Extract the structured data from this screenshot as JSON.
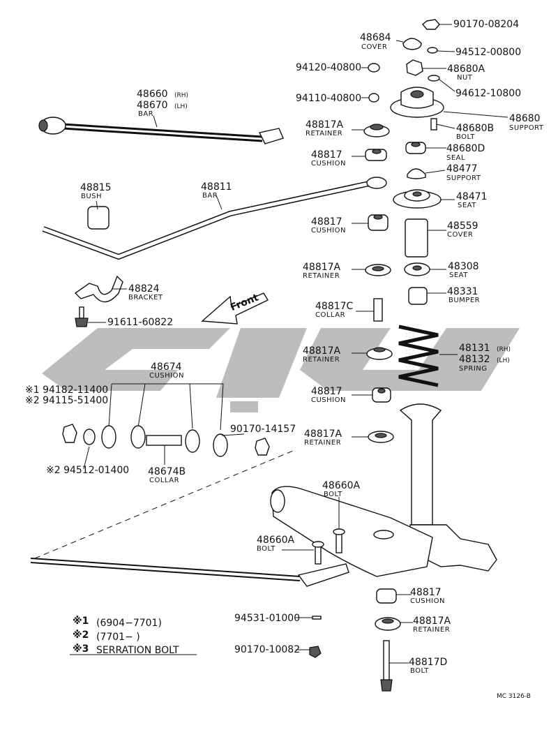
{
  "diagram": {
    "front_label": "Front",
    "code": "MC 3126-B",
    "legend": [
      {
        "mark": "※1",
        "text": "(6904−7701)"
      },
      {
        "mark": "※2",
        "text": "(7701−        )"
      },
      {
        "mark": "※3",
        "text": "SERRATION BOLT"
      }
    ],
    "parts": [
      {
        "num": "90170-08204"
      },
      {
        "num": "48684",
        "name": "COVER"
      },
      {
        "num": "94512-00800"
      },
      {
        "num": "94120-40800"
      },
      {
        "num": "48680A",
        "name": "NUT"
      },
      {
        "num": "94612-10800"
      },
      {
        "num": "94110-40800"
      },
      {
        "num": "48660",
        "side": "(RH)"
      },
      {
        "num": "48670",
        "side": "(LH)",
        "name": "BAR"
      },
      {
        "num": "48680",
        "name": "SUPPORT"
      },
      {
        "num": "48817A",
        "name": "RETAINER"
      },
      {
        "num": "48680B",
        "name": "BOLT"
      },
      {
        "num": "48817",
        "name": "CUSHION"
      },
      {
        "num": "48680D",
        "name": "SEAL"
      },
      {
        "num": "48477",
        "name": "SUPPORT"
      },
      {
        "num": "48815",
        "name": "BUSH"
      },
      {
        "num": "48811",
        "name": "BAR"
      },
      {
        "num": "48471",
        "name": "SEAT"
      },
      {
        "num": "48817",
        "name": "CUSHION"
      },
      {
        "num": "48559",
        "name": "COVER"
      },
      {
        "num": "48817A",
        "name": "RETAINER"
      },
      {
        "num": "48308",
        "name": "SEAT"
      },
      {
        "num": "48824",
        "name": "BRACKET"
      },
      {
        "num": "48331",
        "name": "BUMPER"
      },
      {
        "num": "48817C",
        "name": "COLLAR"
      },
      {
        "num": "91611-60822"
      },
      {
        "num": "48817A",
        "name": "RETAINER"
      },
      {
        "num": "48131",
        "side": "(RH)"
      },
      {
        "num": "48132",
        "side": "(LH)",
        "name": "SPRING"
      },
      {
        "num": "48674",
        "name": "CUSHION"
      },
      {
        "num": "※1 94182-11400"
      },
      {
        "num": "※2 94115-51400"
      },
      {
        "num": "48817",
        "name": "CUSHION"
      },
      {
        "num": "90170-14157"
      },
      {
        "num": "48817A",
        "name": "RETAINER"
      },
      {
        "num": "※2 94512-01400"
      },
      {
        "num": "48674B",
        "name": "COLLAR"
      },
      {
        "num": "48660A",
        "name": "BOLT"
      },
      {
        "num": "48660A",
        "name": "BOLT"
      },
      {
        "num": "48817",
        "name": "CUSHION"
      },
      {
        "num": "94531-01000"
      },
      {
        "num": "48817A",
        "name": "RETAINER"
      },
      {
        "num": "90170-10082"
      },
      {
        "num": "48817D",
        "name": "BOLT"
      }
    ]
  }
}
